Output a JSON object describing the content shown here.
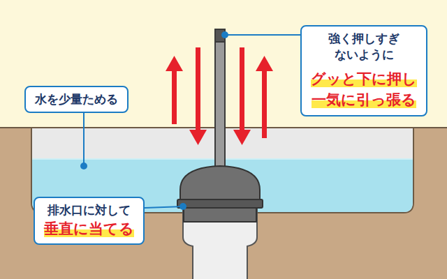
{
  "diagram": {
    "nodes": [
      {
        "text": [
          "強く押しすぎ ないように",
          "グッと下に押し 一気に引っ張る"
        ]
      },
      {
        "text": [
          "水を少量ためる"
        ]
      },
      {
        "text": [
          "排水口に対して",
          "垂直に当てる"
        ]
      }
    ]
  }
}
